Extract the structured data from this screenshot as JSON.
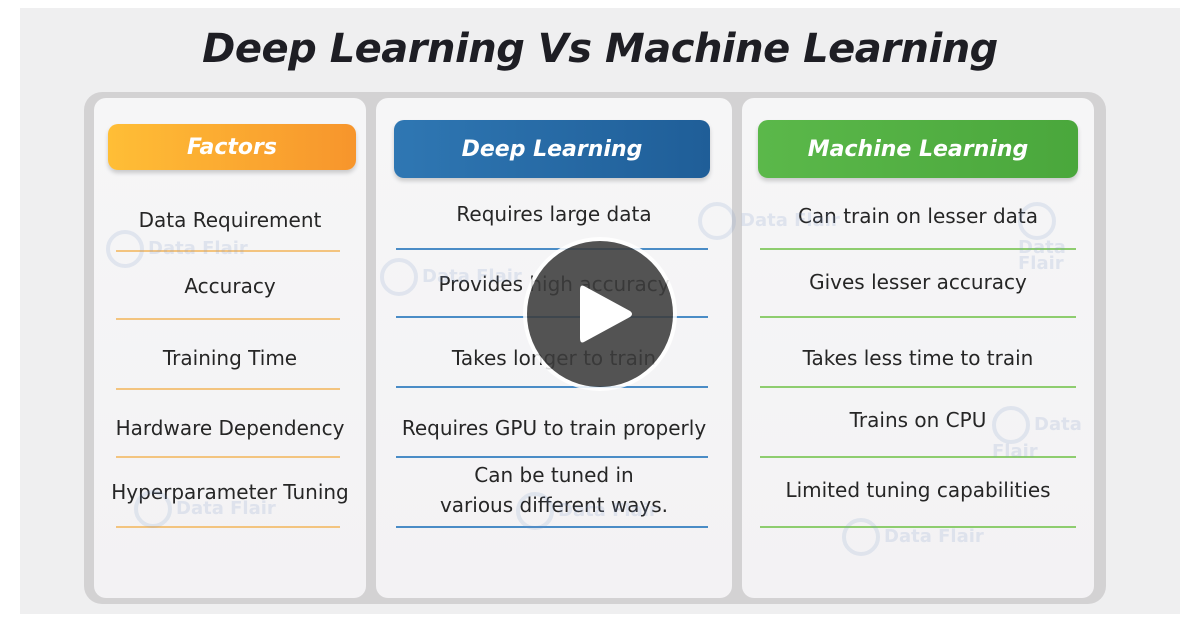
{
  "title": "Deep Learning Vs Machine Learning",
  "columns": {
    "factors": {
      "header": "Factors",
      "rows": [
        "Data Requirement",
        "Accuracy",
        "Training Time",
        "Hardware Dependency",
        "Hyperparameter Tuning"
      ]
    },
    "deep": {
      "header": "Deep Learning",
      "rows": [
        "Requires large data",
        "Provides high accuracy",
        "Takes longer to train",
        "Requires GPU to train properly",
        "Can be tuned in various different ways."
      ]
    },
    "ml": {
      "header": "Machine Learning",
      "rows": [
        "Can train on lesser data",
        "Gives lesser accuracy",
        "Takes less time to train",
        "Trains on CPU",
        "Limited tuning capabilities"
      ]
    }
  },
  "watermark": "Data Flair",
  "colors": {
    "factors": "#f7a231",
    "deep": "#2667a5",
    "ml": "#53b044"
  },
  "icons": {
    "play": "play-icon"
  }
}
